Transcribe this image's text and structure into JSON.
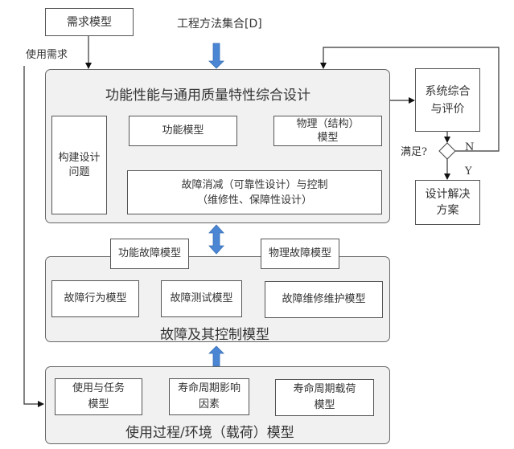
{
  "nodes": {
    "requirement_model": "需求模型",
    "engineering_methods": "工程方法集合[D]",
    "usage_requirement": "使用需求",
    "design_group_title": "功能性能与通用质量特性综合设计",
    "build_design_problem": "构建设计\n问题",
    "function_model": "功能模型",
    "physical_model": "物理（结构）\n模型",
    "fault_mitigation": "故障消减（可靠性设计）与控制\n（维修性、保障性设计）",
    "system_synthesis": "系统综合\n与评价",
    "satisfied_question": "满足?",
    "branch_no": "N",
    "branch_yes": "Y",
    "design_solution": "设计解决\n方案",
    "functional_fault_model": "功能故障模型",
    "physical_fault_model": "物理故障模型",
    "fault_behavior_model": "故障行为模型",
    "fault_test_model": "故障测试模型",
    "fault_maintenance_model": "故障维修维护模型",
    "fault_group_title": "故障及其控制模型",
    "usage_mission_model": "使用与任务\n模型",
    "lifecycle_factors": "寿命周期影响\n因素",
    "lifecycle_load_model": "寿命周期载荷\n模型",
    "usage_group_title": "使用过程/环境（载荷）模型"
  },
  "colors": {
    "blue_arrow": "#4a86d4",
    "group_fill": "#f1f1f1",
    "line": "#333333"
  }
}
